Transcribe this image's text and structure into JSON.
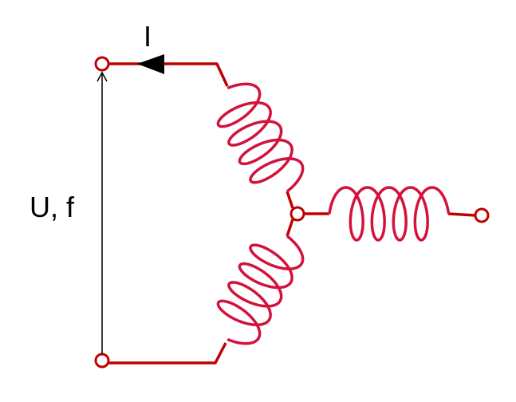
{
  "labels": {
    "current": "I",
    "voltage_frequency": "U, f"
  },
  "colors": {
    "wire": "#c00000",
    "coil": "#d3123c",
    "arrow": "#000000",
    "background": "#ffffff"
  },
  "diagram": {
    "type": "star-connected three-phase winding",
    "coils": 3,
    "turns_per_coil": 4
  }
}
